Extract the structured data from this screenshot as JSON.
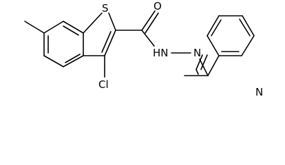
{
  "structure": {
    "atoms": {
      "S": "S",
      "O": "O",
      "NH": "HN",
      "N_hydrazone": "N",
      "Cl": "Cl",
      "N_pyridine": "N"
    }
  }
}
